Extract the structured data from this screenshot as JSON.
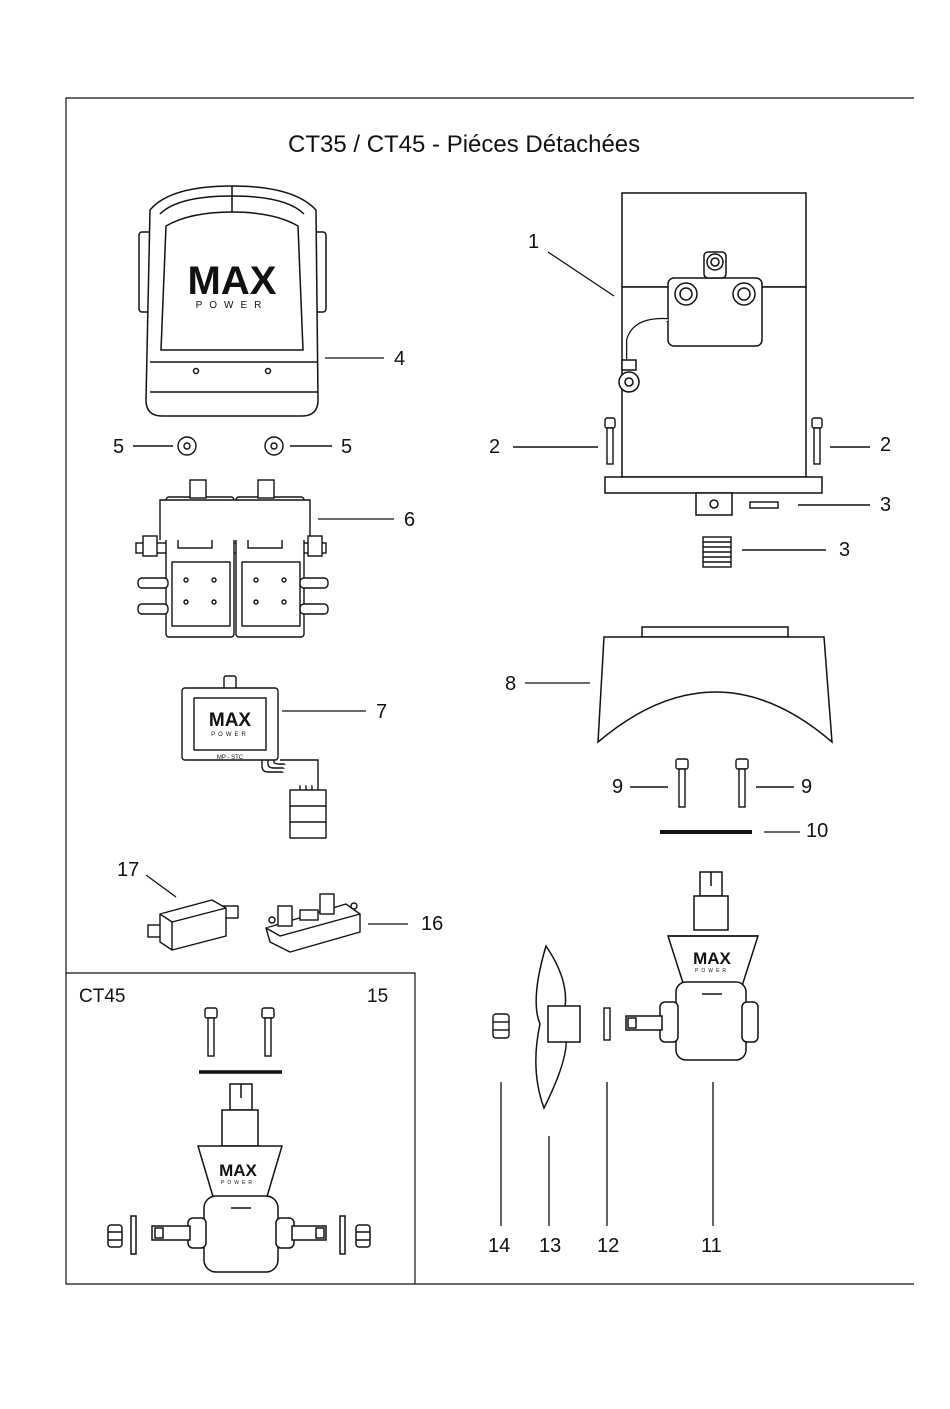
{
  "page": {
    "title": "CT35 / CT45 - Piéces Détachées"
  },
  "brand": {
    "logo_line1": "MAX",
    "logo_line2": "POWER",
    "controller_code": "MP - STC"
  },
  "inset": {
    "variant": "CT45",
    "number": "15"
  },
  "callouts": {
    "motor": "1",
    "bolt_left": "2",
    "bolt_right": "2",
    "key_a": "3",
    "key_b": "3",
    "cover": "4",
    "washer_left": "5",
    "washer_right": "5",
    "solenoid": "6",
    "controller": "7",
    "tunnel": "8",
    "bolt_9a": "9",
    "bolt_9b": "9",
    "gasket": "10",
    "gearleg": "11",
    "washer_12": "12",
    "propeller": "13",
    "nut": "14",
    "fuse_holder": "16",
    "fuse": "17"
  },
  "colors": {
    "line": "#111111",
    "paper": "#ffffff",
    "shade": "#d9d9d9"
  }
}
